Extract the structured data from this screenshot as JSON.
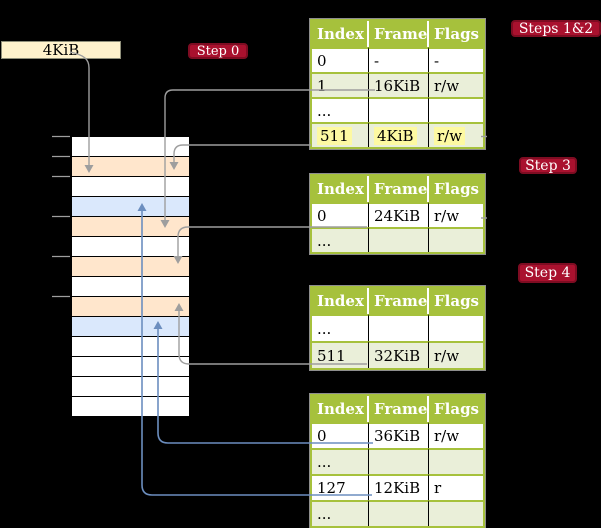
{
  "legend": {
    "page_size_label": "4KiB"
  },
  "badges": [
    {
      "id": "step0",
      "label": "Step 0"
    },
    {
      "id": "steps12",
      "label": "Steps 1&2"
    },
    {
      "id": "step3",
      "label": "Step 3"
    },
    {
      "id": "step4",
      "label": "Step 4"
    }
  ],
  "memory": {
    "rows": [
      "white",
      "orange",
      "white",
      "blue",
      "orange",
      "white",
      "orange",
      "white",
      "orange",
      "blue",
      "white",
      "white",
      "white",
      "white"
    ]
  },
  "tables": [
    {
      "id": "page-table-steps-1-2",
      "headers": [
        "Index",
        "Frame",
        "Flags"
      ],
      "rows": [
        {
          "cells": [
            "0",
            "-",
            "-"
          ],
          "highlight": false
        },
        {
          "cells": [
            "1",
            "16KiB",
            "r/w"
          ],
          "highlight": false
        },
        {
          "cells": [
            "...",
            "",
            ""
          ],
          "highlight": false
        },
        {
          "cells": [
            "511",
            "4KiB",
            "r/w"
          ],
          "highlight": true
        }
      ]
    },
    {
      "id": "page-table-step-3",
      "headers": [
        "Index",
        "Frame",
        "Flags"
      ],
      "rows": [
        {
          "cells": [
            "0",
            "24KiB",
            "r/w"
          ],
          "highlight": false
        },
        {
          "cells": [
            "...",
            "",
            ""
          ],
          "highlight": false
        }
      ]
    },
    {
      "id": "page-table-step-4",
      "headers": [
        "Index",
        "Frame",
        "Flags"
      ],
      "rows": [
        {
          "cells": [
            "...",
            "",
            ""
          ],
          "highlight": false
        },
        {
          "cells": [
            "511",
            "32KiB",
            "r/w"
          ],
          "highlight": false
        }
      ]
    },
    {
      "id": "page-table-bottom",
      "headers": [
        "Index",
        "Frame",
        "Flags"
      ],
      "rows": [
        {
          "cells": [
            "0",
            "36KiB",
            "r/w"
          ],
          "highlight": false
        },
        {
          "cells": [
            "...",
            "",
            ""
          ],
          "highlight": false
        },
        {
          "cells": [
            "127",
            "12KiB",
            "r"
          ],
          "highlight": false
        },
        {
          "cells": [
            "...",
            "",
            ""
          ],
          "highlight": false
        }
      ]
    }
  ],
  "colors": {
    "background": "#000000",
    "table_header_green": "#A6C13C",
    "table_row_green": "#EAEFD9",
    "table_outline_gray": "#8D8D8D",
    "frame_orange": "#FFE6CC",
    "frame_blue": "#DAE8FC",
    "frame_white": "#FFFFFF",
    "label_cream": "#FFF2CC",
    "badge_red": "#A9112E",
    "badge_border_red": "#7E0C22",
    "highlight_yellow": "#FDF9A2",
    "connector_gray": "#9E9E9E",
    "connector_blue": "#6C8EBF"
  }
}
